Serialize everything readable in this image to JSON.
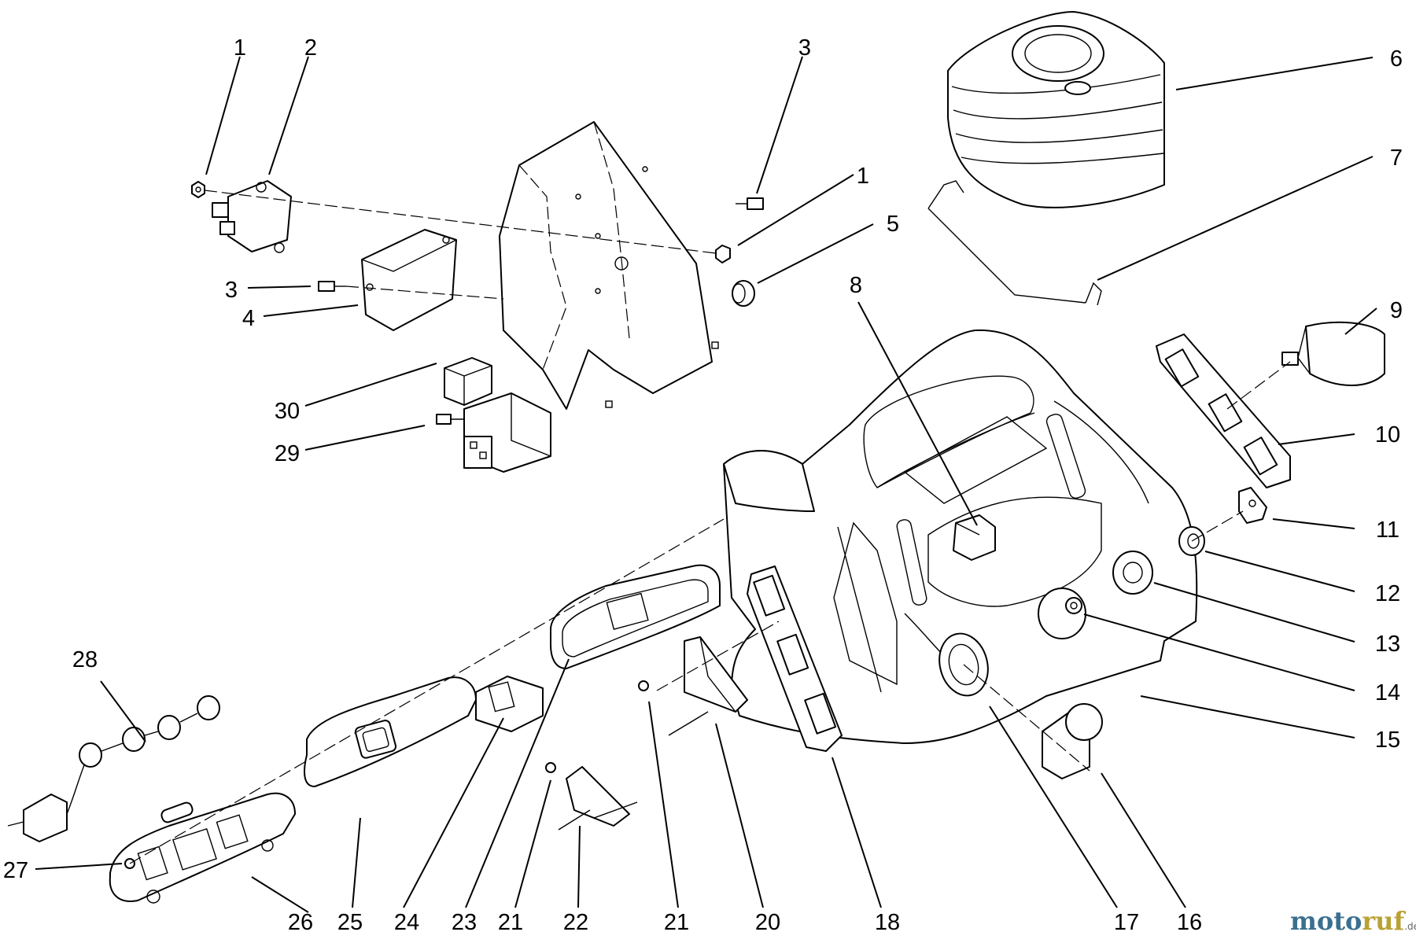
{
  "callouts": [
    "1",
    "2",
    "3",
    "1",
    "5",
    "3",
    "4",
    "30",
    "29",
    "6",
    "7",
    "8",
    "9",
    "10",
    "11",
    "12",
    "13",
    "14",
    "15",
    "16",
    "17",
    "18",
    "20",
    "21",
    "22",
    "21",
    "23",
    "24",
    "25",
    "26",
    "27",
    "28"
  ],
  "watermark": {
    "brand_a": "moto",
    "brand_b": "ruf",
    "suffix": ".de"
  }
}
